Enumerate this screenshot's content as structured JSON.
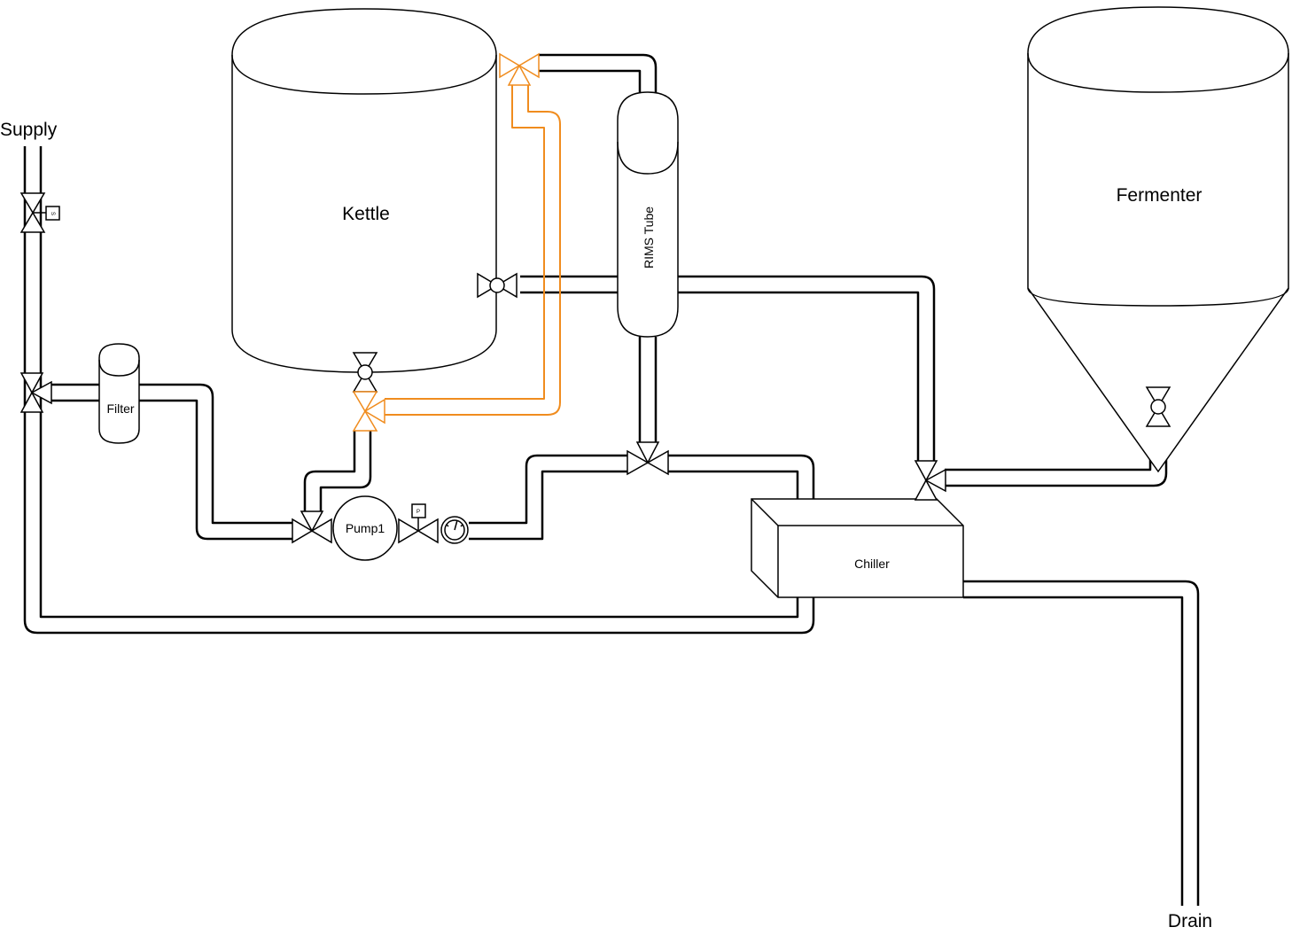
{
  "diagram": {
    "supply_label": "Supply",
    "drain_label": "Drain",
    "kettle_label": "Kettle",
    "rims_label": "RIMS Tube",
    "fermenter_label": "Fermenter",
    "filter_label": "Filter",
    "pump_label": "Pump1",
    "chiller_label": "Chiller",
    "solenoid_tag": "S",
    "pressure_tag": "P"
  },
  "colors": {
    "line": "#000000",
    "accent": "#f08c1e",
    "background": "#ffffff"
  },
  "icons": [
    "gate-valve-icon",
    "ball-valve-icon",
    "three-way-valve-icon",
    "solenoid-valve-icon",
    "pressure-gauge-icon",
    "pump-icon"
  ]
}
